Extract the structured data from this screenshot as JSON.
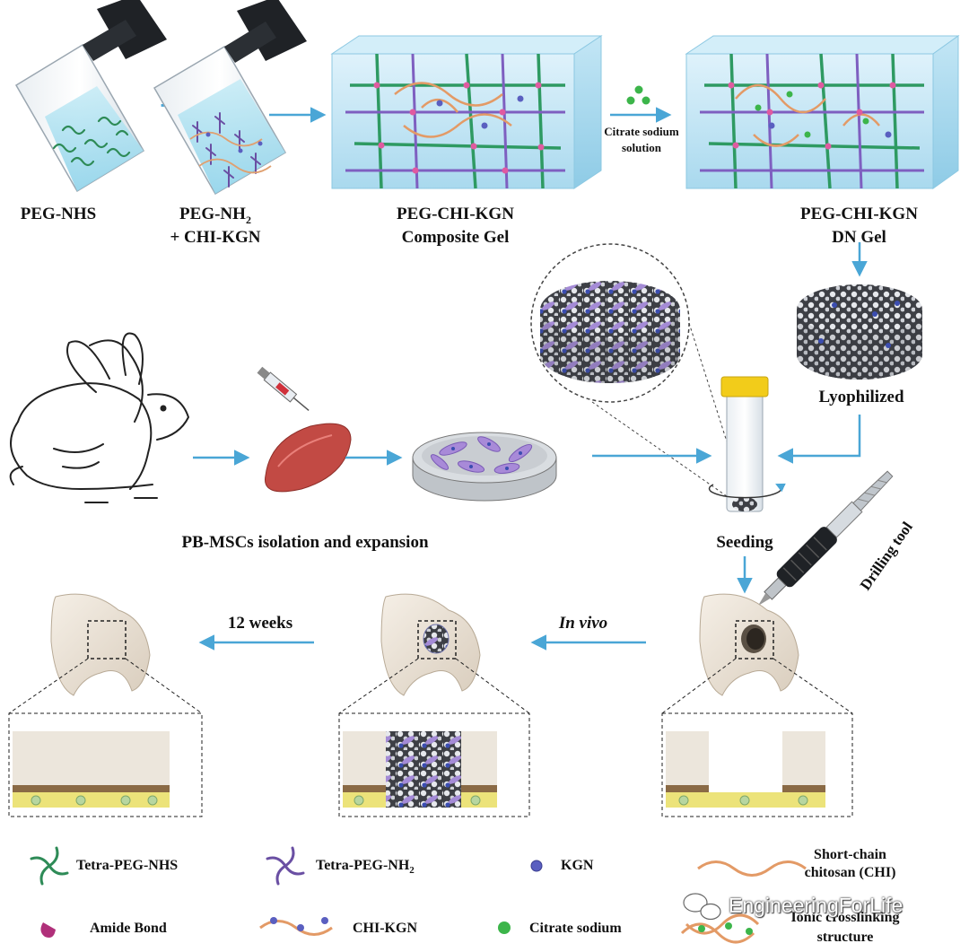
{
  "labels": {
    "peg_nhs": "PEG-NHS",
    "peg_nh2": "PEG-NH",
    "peg_nh2_sub": "2",
    "chi_kgn": "+ CHI-KGN",
    "composite_gel_line1": "PEG-CHI-KGN",
    "composite_gel_line2": "Composite Gel",
    "citrate_line1": "Citrate sodium",
    "citrate_line2": "solution",
    "dn_gel_line1": "PEG-CHI-KGN",
    "dn_gel_line2": "DN Gel",
    "lyophilized": "Lyophilized",
    "isolation": "PB-MSCs isolation and expansion",
    "seeding": "Seeding",
    "drilling_tool": "Drilling tool",
    "in_vivo": "In vivo",
    "twelve_weeks": "12 weeks"
  },
  "legend": {
    "tetra_peg_nhs": "Tetra-PEG-NHS",
    "tetra_peg_nh2": "Tetra-PEG-NH",
    "tetra_peg_nh2_sub": "2",
    "kgn": "KGN",
    "chi_line1": "Short-chain",
    "chi_line2": "chitosan (CHI)",
    "amide_bond": "Amide Bond",
    "chi_kgn": "CHI-KGN",
    "citrate_sodium": "Citrate sodium",
    "ionic_line1": "Ionic crosslinking",
    "ionic_line2": "structure"
  },
  "watermark": "EngineeringForLife",
  "colors": {
    "arrow": "#4aa6d6",
    "peg_nhs": "#2e8b57",
    "peg_nh2": "#6a4fa3",
    "kgn": "#5a5fc0",
    "chi": "#e0a070",
    "citrate": "#3cb54a",
    "amide": "#b0307a",
    "gel_blue": "#bfe3f2",
    "bone": "#efe7dc",
    "cartilage_yellow": "#ece37a",
    "cap_yellow": "#f2cc1a"
  }
}
